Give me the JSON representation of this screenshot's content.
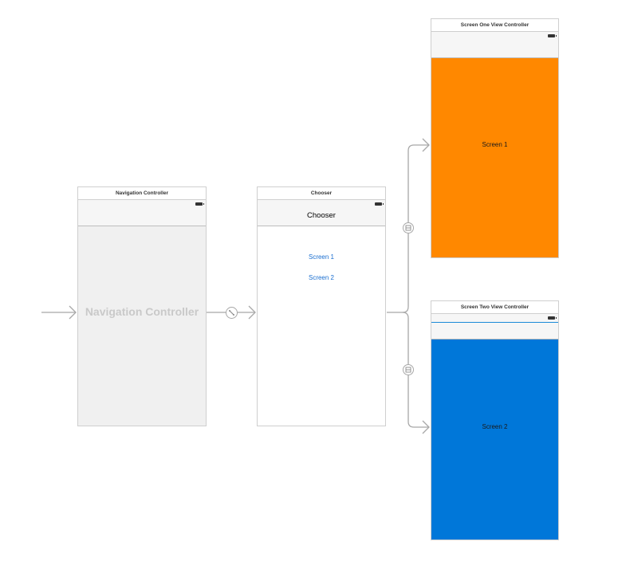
{
  "scenes": {
    "navigation_controller": {
      "title": "Navigation Controller",
      "placeholder": "Navigation Controller",
      "background": "#f0f0f0"
    },
    "chooser": {
      "title": "Chooser",
      "nav_title": "Chooser",
      "buttons": [
        "Screen 1",
        "Screen 2"
      ],
      "link_color": "#1b6fd0"
    },
    "screen_one": {
      "title": "Screen One View Controller",
      "label": "Screen 1",
      "background": "#ff8800"
    },
    "screen_two": {
      "title": "Screen Two View Controller",
      "label": "Screen 2",
      "background": "#0077d9"
    }
  },
  "segues": [
    {
      "from": "entry-point",
      "to": "navigation-controller",
      "icon": "entry-arrow-icon"
    },
    {
      "from": "navigation-controller",
      "to": "chooser",
      "icon": "root-relationship-segue-icon"
    },
    {
      "from": "chooser",
      "to": "screen-one",
      "icon": "show-segue-icon"
    },
    {
      "from": "chooser",
      "to": "screen-two",
      "icon": "show-segue-icon"
    }
  ]
}
